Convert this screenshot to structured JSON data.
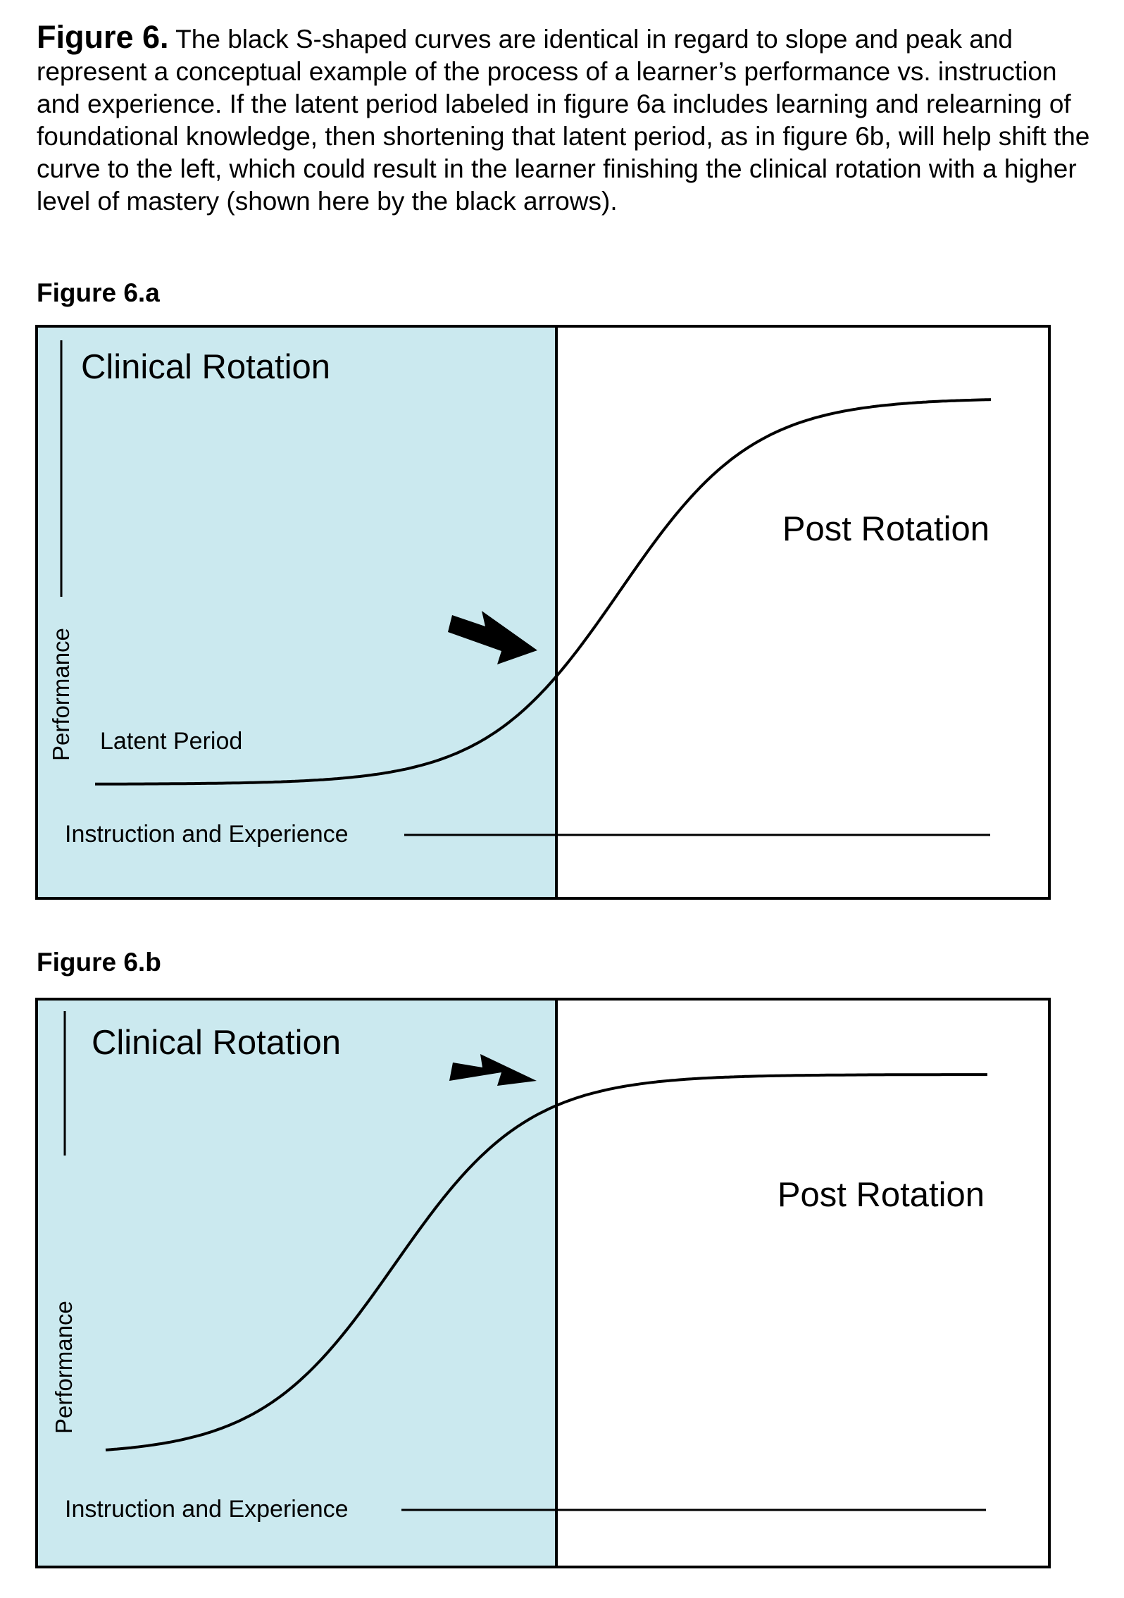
{
  "caption": {
    "label": "Figure 6.",
    "text": "The black S-shaped curves are identical in regard to slope and peak and represent a conceptual example of the process of a learner’s performance vs. instruction and experience. If the latent period labeled in figure 6a includes learning and relearning of foundational knowledge, then shortening that latent period, as in figure 6b, will help shift the curve to the left, which could result in the learner finishing the clinical rotation with a higher level of mastery (shown here by the black arrows)."
  },
  "colors": {
    "clinical_fill": "#cbe9ef",
    "line": "#000000",
    "background": "#ffffff"
  },
  "figures": [
    {
      "title": "Figure 6.a",
      "clinical_label": "Clinical Rotation",
      "post_label": "Post Rotation",
      "y_axis_label": "Performance",
      "x_axis_label": "Instruction and Experience",
      "annotation": "Latent Period",
      "curve_shift": 0.36,
      "arrow": "points to curve at end of clinical rotation (mid-rise)"
    },
    {
      "title": "Figure 6.b",
      "clinical_label": "Clinical Rotation",
      "post_label": "Post Rotation",
      "y_axis_label": "Performance",
      "x_axis_label": "Instruction and Experience",
      "annotation": "",
      "curve_shift": 0.0,
      "arrow": "points to curve at end of clinical rotation (near plateau)"
    }
  ]
}
